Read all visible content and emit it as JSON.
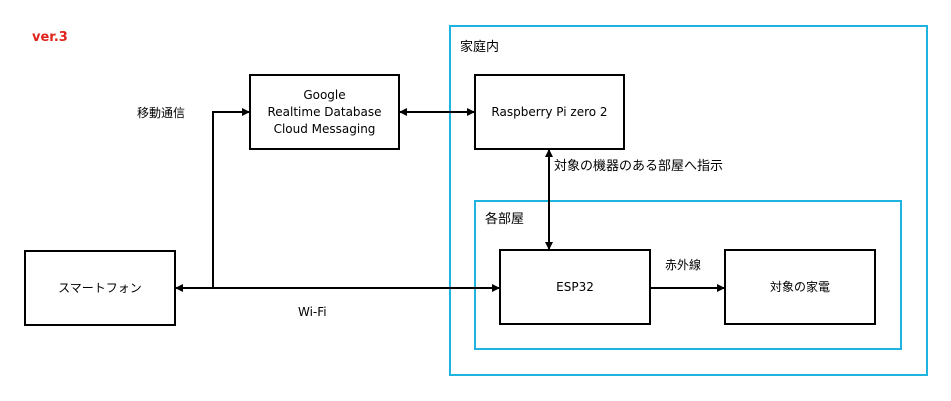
{
  "version_label": "ver.3",
  "regions": {
    "home": {
      "label": "家庭内",
      "color": "#1fb3e0"
    },
    "room": {
      "label": "各部屋",
      "color": "#1fb3e0"
    }
  },
  "nodes": {
    "google": {
      "lines": [
        "Google",
        "Realtime Database",
        "Cloud Messaging"
      ]
    },
    "raspberry": {
      "label": "Raspberry Pi zero 2"
    },
    "smartphone": {
      "label": "スマートフォン"
    },
    "esp32": {
      "label": "ESP32"
    },
    "appliance": {
      "label": "対象の家電"
    }
  },
  "edges": {
    "mobile": {
      "label": "移動通信"
    },
    "wifi": {
      "label": "Wi-Fi"
    },
    "instruction": {
      "label": "対象の機器のある部屋へ指示"
    },
    "infrared": {
      "label": "赤外線"
    }
  },
  "accent_color": "#e0241b"
}
